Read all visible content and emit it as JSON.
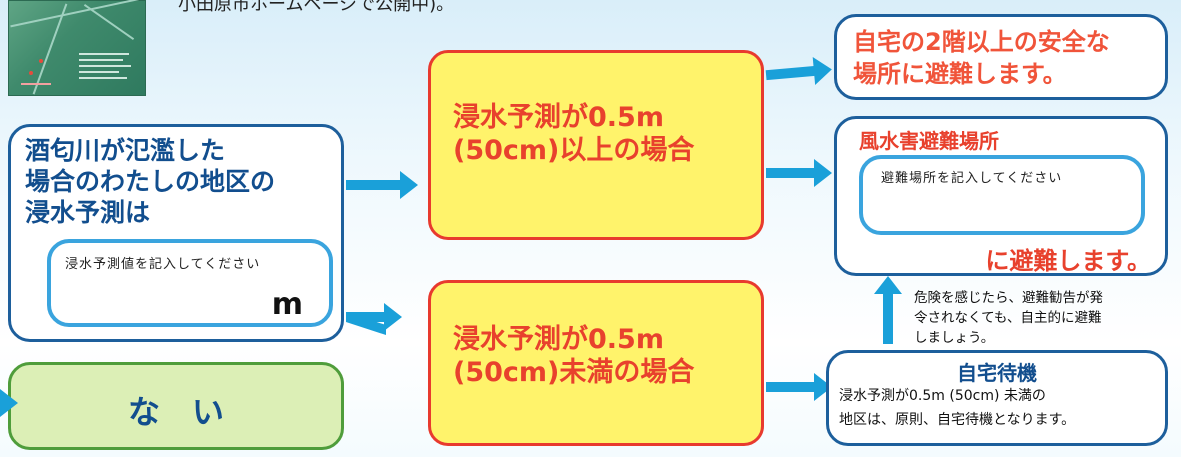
{
  "top_note": "小田原市ホームページで公開中)。",
  "left_box": {
    "title": "酒匂川が氾濫した場合のわたしの地区の浸水予測は",
    "line1": "酒匂川が氾濫した",
    "line2": "場合のわたしの地区の",
    "line3": "浸水予測は",
    "field_label": "浸水予測値を記入してください",
    "unit": "m"
  },
  "none_box": {
    "label": "な　い"
  },
  "mid_top": {
    "line1": "浸水予測が0.5m",
    "line2": "(50cm)以上の場合"
  },
  "mid_bottom": {
    "line1": "浸水予測が0.5m",
    "line2": "(50cm)未満の場合"
  },
  "right_top": {
    "line1": "自宅の2階以上の安全な",
    "line2": "場所に避難します。"
  },
  "right_mid": {
    "title": "風水害避難場所",
    "field_label": "避難場所を記入してください",
    "suffix": "に避難します。"
  },
  "note": {
    "line1": "危険を感じたら、避難勧告が発",
    "line2": "令されなくても、自主的に避難",
    "line3": "しましょう。"
  },
  "right_bottom": {
    "title": "自宅待機",
    "line1": "浸水予測が0.5m (50cm) 未満の",
    "line2": "地区は、原則、自宅待機となります。"
  },
  "colors": {
    "dark_blue": "#124e8e",
    "red": "#e8412d",
    "yellow": "#fff36b",
    "green": "#dcefb6",
    "arrow_blue": "#1aa0d9"
  }
}
